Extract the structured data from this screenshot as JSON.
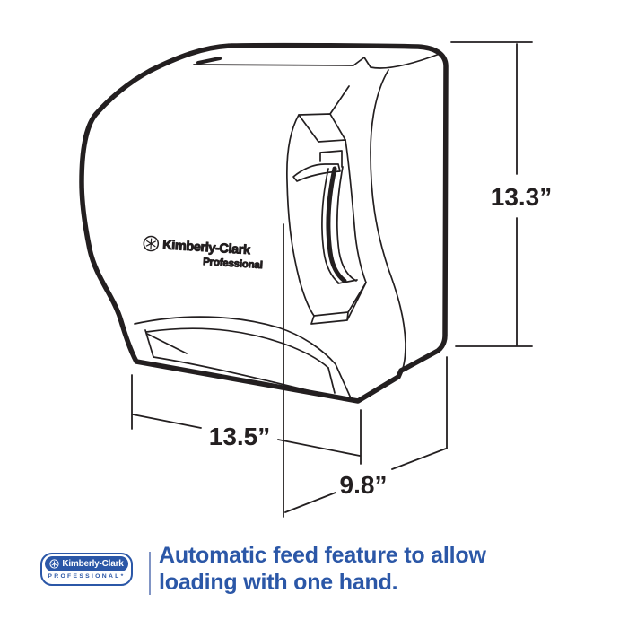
{
  "device": {
    "logo_brand": "Kimberly-Clark",
    "logo_sub": "Professional"
  },
  "dimensions": {
    "height": "13.3”",
    "width": "13.5”",
    "depth": "9.8”"
  },
  "footer": {
    "badge": {
      "brand": "Kimberly-Clark",
      "tier": "PROFESSIONAL*"
    },
    "caption_line1": "Automatic feed feature to allow",
    "caption_line2": "loading with one hand."
  },
  "icons": {
    "kc_seal": "sunburst-circle"
  },
  "colors": {
    "brand_blue": "#2b57a7",
    "line_black": "#231f20"
  }
}
